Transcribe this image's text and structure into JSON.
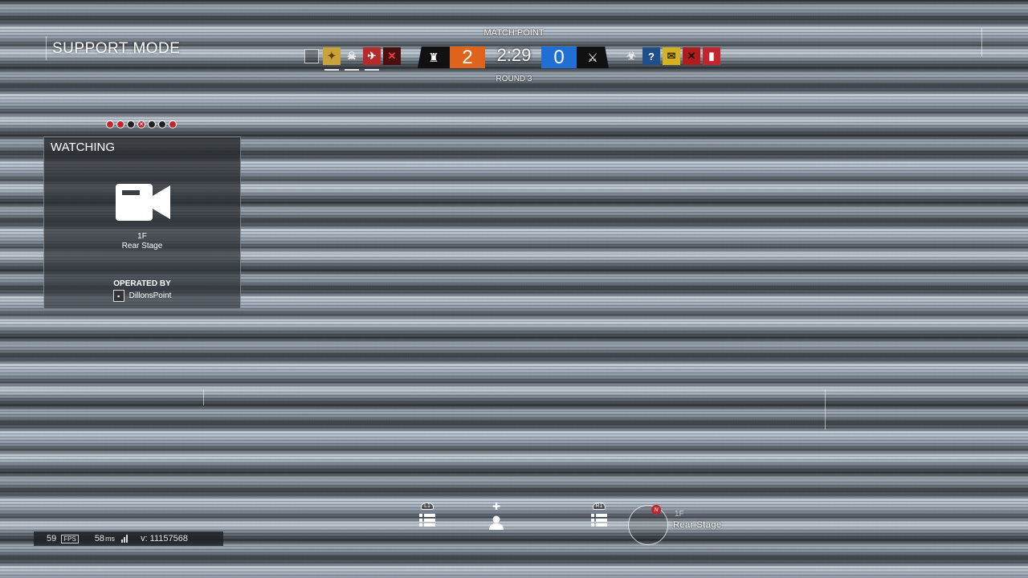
{
  "hud": {
    "mode_label": "SUPPORT MODE",
    "match_status": "MATCH POINT",
    "round_label": "ROUND 3",
    "timer": "2:29"
  },
  "scoreboard": {
    "left": {
      "score": "2",
      "color": "#e0631c",
      "icon": "tower-icon"
    },
    "right": {
      "score": "0",
      "color": "#1f6fd4",
      "icon": "crossed-swords-icon"
    }
  },
  "operators_left": [
    {
      "state": "empty",
      "icon": "empty-slot-icon"
    },
    {
      "state": "alive",
      "icon": "operator-badge-gold-icon",
      "color": "#c9a33a"
    },
    {
      "state": "alive",
      "icon": "skull-icon",
      "color": "#d9d9d9"
    },
    {
      "state": "alive",
      "icon": "red-operator-icon",
      "color": "#b52a2a"
    },
    {
      "state": "dead",
      "icon": "dead-x-icon",
      "color": "#4a1010"
    }
  ],
  "operators_right": [
    {
      "state": "alive",
      "icon": "biohazard-icon",
      "color": "#e0e0e0"
    },
    {
      "state": "unknown",
      "icon": "unknown-operator-icon",
      "color": "#1f4f8a",
      "glyph": "?"
    },
    {
      "state": "alive",
      "icon": "yellow-operator-icon",
      "color": "#d4b21e"
    },
    {
      "state": "dead",
      "icon": "dead-x-icon",
      "color": "#b01c1c"
    },
    {
      "state": "alive",
      "icon": "shield-icon",
      "color": "#c0262b"
    }
  ],
  "watching": {
    "title": "WATCHING",
    "floor": "1F",
    "location": "Rear Stage",
    "operated_by_label": "OPERATED BY",
    "operator": "DillonsPoint"
  },
  "camera_dots": [
    "red",
    "red",
    "dark",
    "red-x",
    "dark",
    "dark",
    "red"
  ],
  "perf": {
    "fps": "59",
    "fps_tag": "FPS",
    "ping": "58",
    "ping_unit": "ms",
    "version": "v: 11157568"
  },
  "controls": {
    "left_button": "L1",
    "right_button": "R1"
  },
  "minimap": {
    "floor": "1F",
    "location": "Rear Stage",
    "north": "N"
  }
}
